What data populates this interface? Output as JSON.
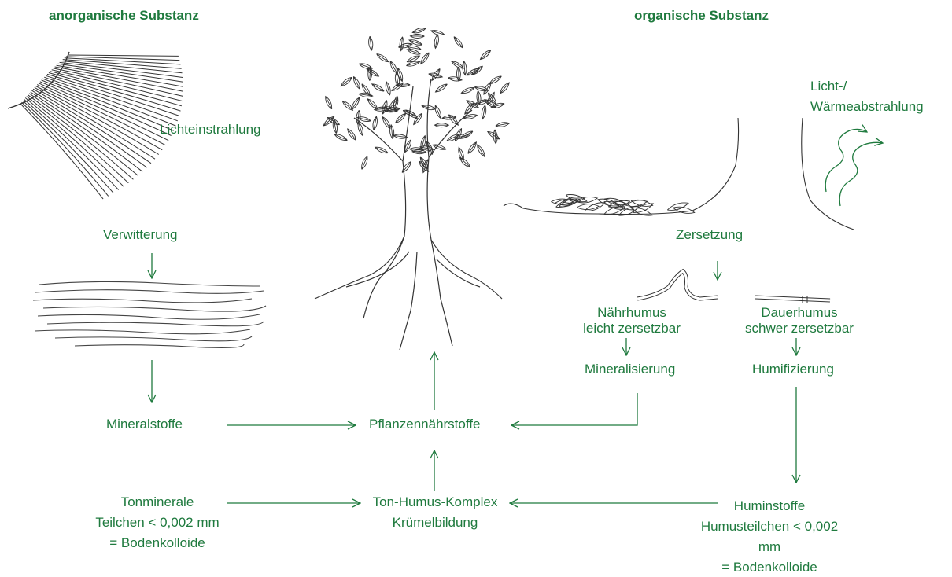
{
  "headings": {
    "inorganic": "anorganische Substanz",
    "organic": "organische Substanz"
  },
  "labels": {
    "lichteinstrahlung": "Lichteinstrahlung",
    "licht_waerme_1": "Licht-/",
    "licht_waerme_2": "Wärmeabstrahlung",
    "verwitterung": "Verwitterung",
    "zersetzung": "Zersetzung",
    "naehrhumus_1": "Nährhumus",
    "naehrhumus_2": "leicht zersetzbar",
    "dauerhumus_1": "Dauerhumus",
    "dauerhumus_2": "schwer zersetzbar",
    "mineralisierung": "Mineralisierung",
    "humifizierung": "Humifizierung",
    "mineralstoffe": "Mineralstoffe",
    "pflanzennaehrstoffe": "Pflanzennährstoffe",
    "tonminerale_1": "Tonminerale",
    "tonminerale_2": "Teilchen < 0,002 mm",
    "tonminerale_3": "= Bodenkolloide",
    "ton_humus_1": "Ton-Humus-Komplex",
    "ton_humus_2": "Krümelbildung",
    "huminstoffe_1": "Huminstoffe",
    "huminstoffe_2": "Humusteilchen  < 0,002",
    "huminstoffe_3": "mm",
    "huminstoffe_4": "= Bodenkolloide"
  },
  "colors": {
    "text": "#1f7a3e",
    "arrow": "#1f7a3e",
    "sketch": "#333333"
  },
  "icons": [
    "sun-rays-sketch",
    "tree-sketch",
    "rock-layers-sketch",
    "leaf-litter-sketch",
    "worm-sketch",
    "heat-wave-arrows"
  ]
}
